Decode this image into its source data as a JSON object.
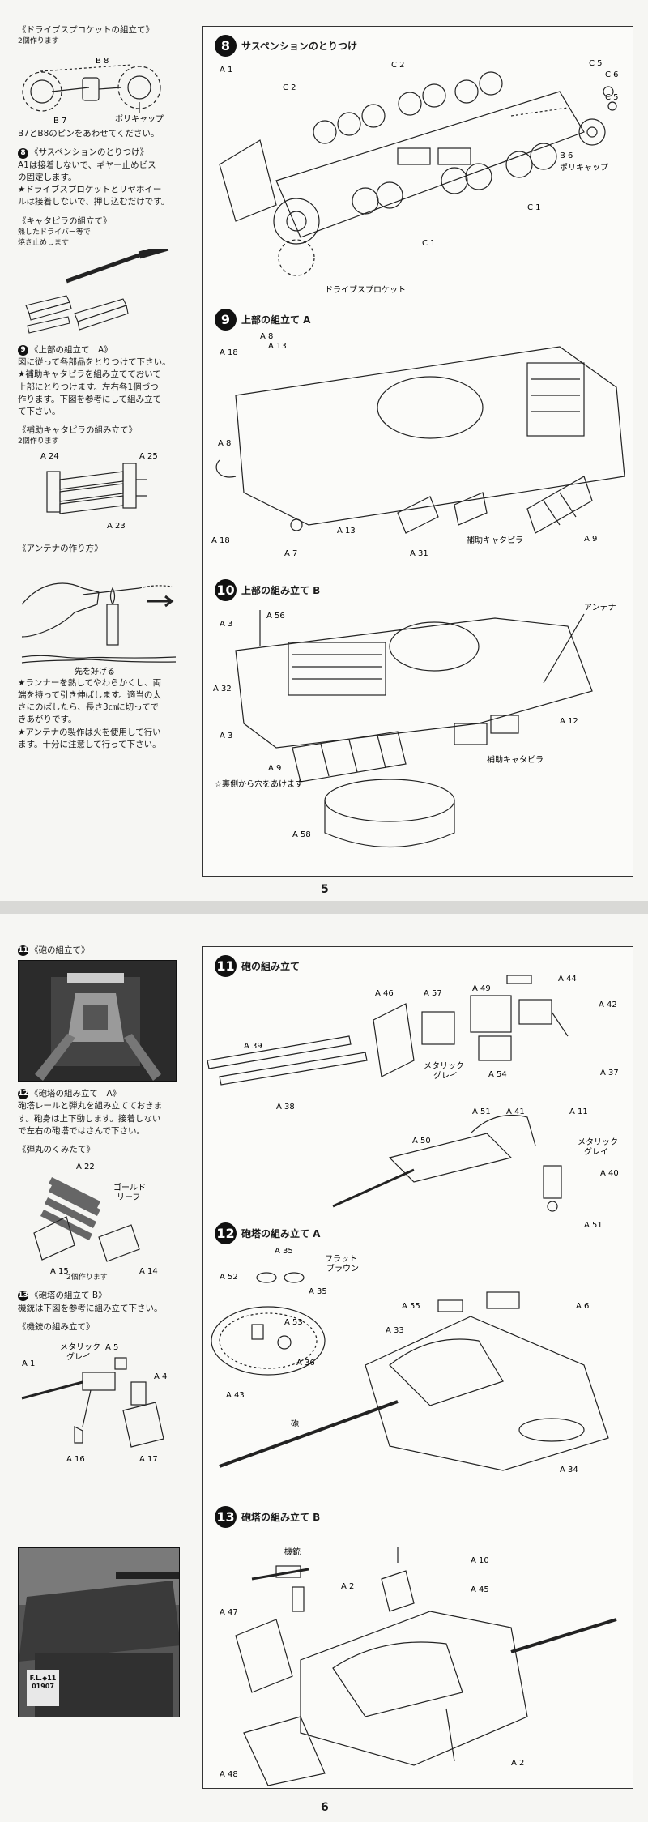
{
  "page5": {
    "number": "5",
    "left": {
      "sprocket_title": "《ドライブスプロケットの組立て》",
      "sprocket_qty": "2個作ります",
      "sprocket_labels": {
        "b8": "B 8",
        "b7": "B 7",
        "poly_cap": "ポリキャップ"
      },
      "sprocket_note": "B7とB8のピンをあわせてください。",
      "susp_title": "《サスペンションのとりつけ》",
      "susp_step": "8",
      "susp_text": [
        "A1は接着しないで、ギヤー止めビス",
        "の固定します。",
        "★ドライブスプロケットとリヤホイー",
        "ルは接着しないで、押し込むだけです。"
      ],
      "track_title": "《キャタピラの組立て》",
      "track_note": [
        "熱したドライバー等で",
        "焼き止めします"
      ],
      "upper_title": "《上部の組立て　A》",
      "upper_step": "9",
      "upper_text": [
        "図に従って各部品をとりつけて下さい。",
        "★補助キャタピラを組み立てておいて",
        "上部にとりつけます。左右各1個づつ",
        "作ります。下図を参考にして組み立て",
        "て下さい。"
      ],
      "spare_title": "《補助キャタピラの組み立て》",
      "spare_qty": "2個作ります",
      "spare_labels": {
        "a24": "A 24",
        "a25": "A 25",
        "a23": "A 23"
      },
      "antenna_title": "《アンテナの作り方》",
      "antenna_caption": "先を好げる",
      "antenna_text": [
        "★ランナーを熱してやわらかくし、両",
        "端を持って引き伸ばします。適当の太",
        "さにのばしたら、長さ3㎝に切ってで",
        "きあがりです。",
        "★アンテナの製作は火を使用して行い",
        "ます。十分に注意して行って下さい。"
      ]
    },
    "panel8": {
      "step": "8",
      "title": "サスペンションのとりつけ",
      "labels": {
        "a1": "A 1",
        "c2a": "C 2",
        "c2b": "C 2",
        "c5a": "C 5",
        "c6": "C 6",
        "c5b": "C 5",
        "c1a": "C 1",
        "c1b": "C 1",
        "b6": "B 6",
        "poly_cap": "ポリキャップ",
        "sprocket": "ドライブスプロケット"
      }
    },
    "panel9": {
      "step": "9",
      "title": "上部の組立て A",
      "labels": {
        "a8a": "A 8",
        "a18a": "A 18",
        "a13a": "A 13",
        "a8b": "A 8",
        "a18b": "A 18",
        "a13b": "A 13",
        "a7": "A 7",
        "a31": "A 31",
        "spare": "補助キャタピラ",
        "a9": "A 9"
      }
    },
    "panel10": {
      "step": "10",
      "title": "上部の組み立て B",
      "labels": {
        "a56": "A 56",
        "antenna": "アンテナ",
        "a3a": "A 3",
        "a32": "A 32",
        "a3b": "A 3",
        "a12": "A 12",
        "spare": "補助キャタピラ",
        "a9": "A 9",
        "hole_note": "☆裏側から穴をあけます",
        "a58": "A 58"
      }
    }
  },
  "page6": {
    "number": "6",
    "left": {
      "gun_title": "《砲の組立て》",
      "gun_step": "11",
      "turret_title": "《砲塔の組み立て　A》",
      "turret_step": "12",
      "turret_text": [
        "砲塔レールと弾丸を組み立てておきま",
        "す。砲身は上下動します。接着しない",
        "で左右の砲塔ではさんで下さい。"
      ],
      "shell_title": "《弾丸のくみたて》",
      "shell_labels": {
        "a22": "A 22",
        "gold": "ゴールド",
        "leaf": "リーフ",
        "a15": "A 15",
        "a14": "A 14"
      },
      "shell_qty": "2個作ります",
      "turretb_title": "《砲塔の組立て B》",
      "turretb_step": "13",
      "turretb_text": "機銃は下図を参考に組み立て下さい。",
      "mg_title": "《機銃の組み立て》",
      "mg_labels": {
        "a1": "A 1",
        "metallic": "メタリック",
        "grey": "グレイ",
        "a5": "A 5",
        "a4": "A 4",
        "a16": "A 16",
        "a17": "A 17"
      },
      "photo_plate_top": "F.L.◆11",
      "photo_plate_bottom": "01907"
    },
    "panel11": {
      "step": "11",
      "title": "砲の組み立て",
      "labels": {
        "a46": "A 46",
        "a57": "A 57",
        "a49": "A 49",
        "a44": "A 44",
        "a42": "A 42",
        "a39": "A 39",
        "a38": "A 38",
        "metallic": "メタリック",
        "grey": "グレイ",
        "a54": "A 54",
        "a37": "A 37",
        "a51a": "A 51",
        "a41": "A 41",
        "a11": "A 11",
        "a50": "A 50",
        "metallic2": "メタリック",
        "grey2": "グレイ",
        "a40": "A 40",
        "a51b": "A 51"
      }
    },
    "panel12": {
      "step": "12",
      "title": "砲塔の組み立て A",
      "labels": {
        "a35a": "A 35",
        "flat": "フラット",
        "brown": "ブラウン",
        "a52": "A 52",
        "a35b": "A 35",
        "a53": "A 53",
        "a36": "A 36",
        "a43": "A 43",
        "a55": "A 55",
        "a6": "A 6",
        "a33": "A 33",
        "barrel": "砲",
        "a34": "A 34"
      }
    },
    "panel13": {
      "step": "13",
      "title": "砲塔の組み立て B",
      "labels": {
        "mg": "機銃",
        "a10": "A 10",
        "a2a": "A 2",
        "a45": "A 45",
        "a47": "A 47",
        "a48": "A 48",
        "a2b": "A 2"
      }
    }
  }
}
